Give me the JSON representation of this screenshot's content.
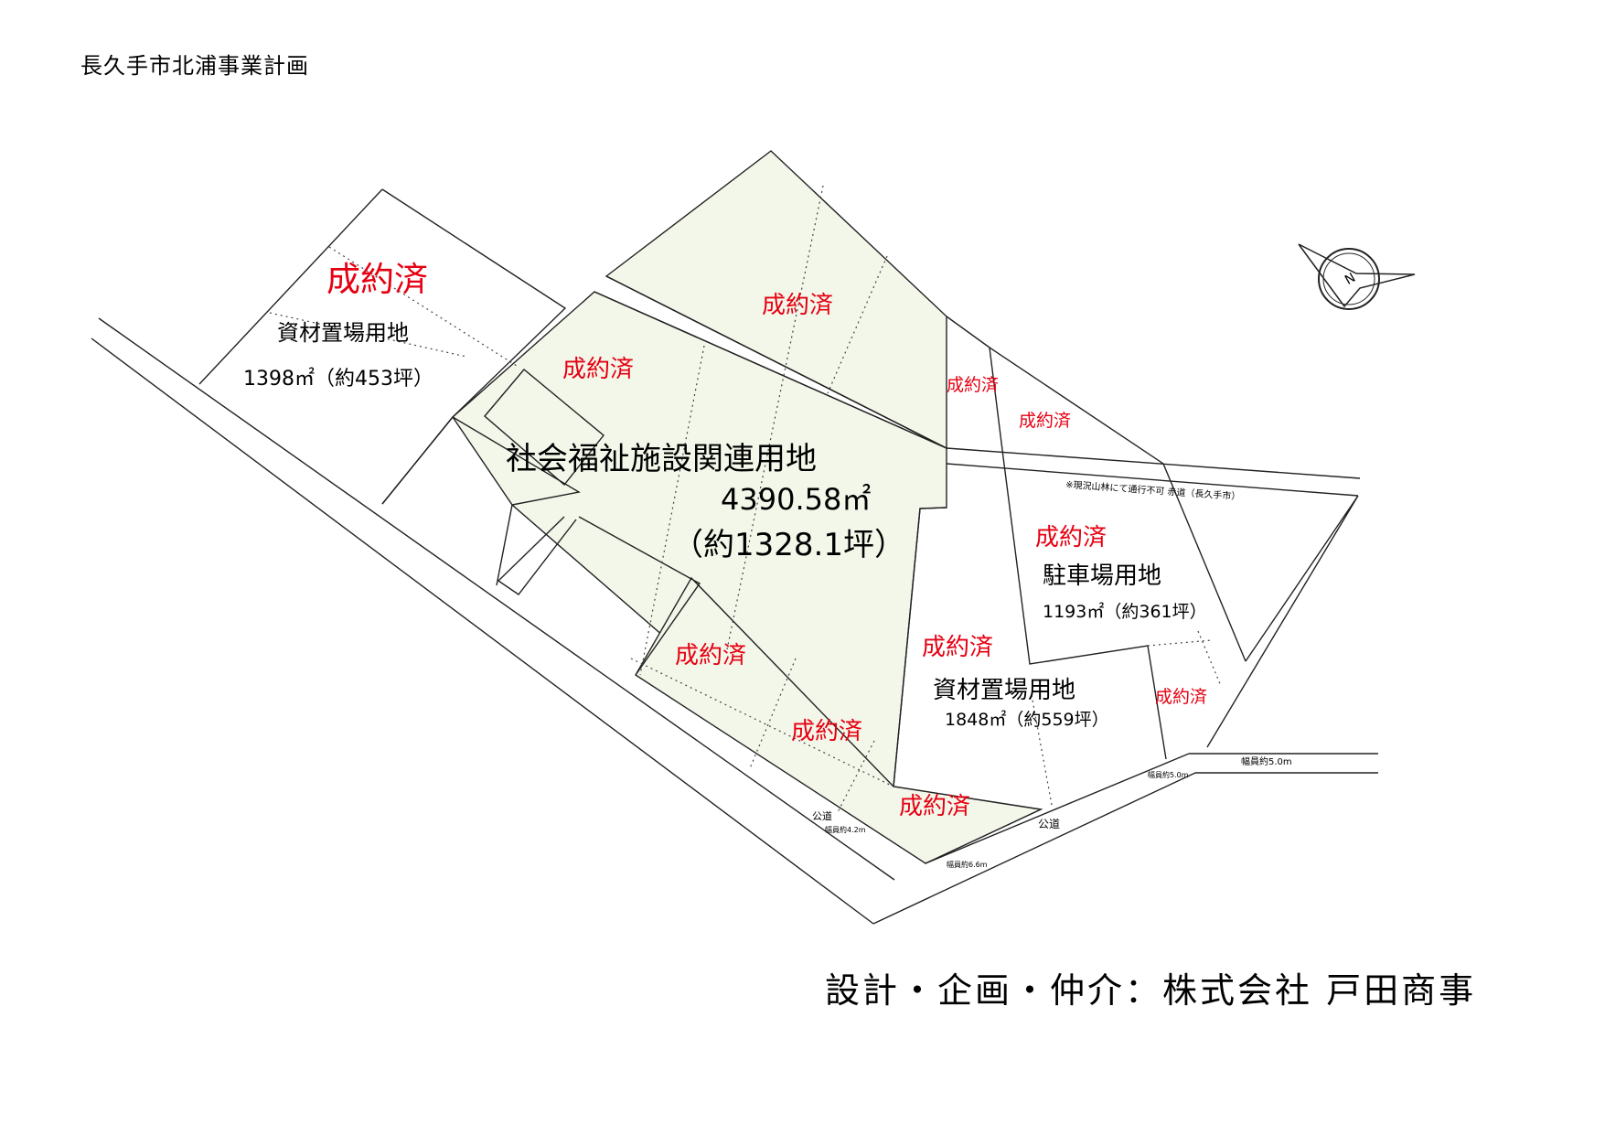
{
  "page_title": "長久手市北浦事業計画",
  "footer": "設計・企画・仲介：株式会社 戸田商事",
  "colors": {
    "sold": "#e60012",
    "parcel_fill": "#f3f7ea",
    "line": "#222222"
  },
  "sold_label": "成約済",
  "lots": {
    "material_yard_west": {
      "status": "成約済",
      "use": "資材置場用地",
      "area": "1398㎡（約453坪）"
    },
    "welfare": {
      "use": "社会福祉施設関連用地",
      "area": "4390.58㎡",
      "tsubo": "（約1328.1坪）"
    },
    "parking": {
      "status": "成約済",
      "use": "駐車場用地",
      "area": "1193㎡（約361坪）"
    },
    "material_yard_east": {
      "status": "成約済",
      "use": "資材置場用地",
      "area": "1848㎡（約559坪）"
    }
  },
  "road_notes": {
    "road_label": "公道",
    "width_42": "幅員約4.2m",
    "width_66": "幅員約6.6m",
    "width_50a": "幅員約5.0m",
    "width_50b": "幅員約5.0m",
    "red_road": "※現況山林にて通行不可 赤道（長久手市）"
  },
  "compass": {
    "icon": "north-arrow-icon",
    "label": "N"
  }
}
